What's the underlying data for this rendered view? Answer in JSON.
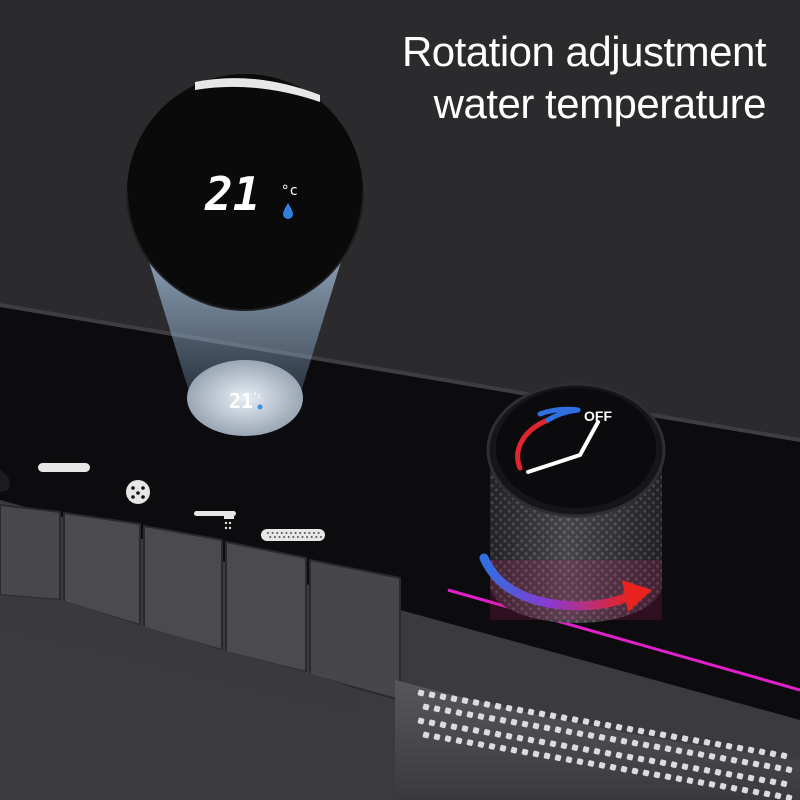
{
  "headline": {
    "line1": "Rotation adjustment",
    "line2": "water temperature"
  },
  "display": {
    "digits": "21",
    "unit": "°c",
    "icon": "water-drop-icon"
  },
  "knob": {
    "off_label": "OFF",
    "hot_color": "#e0252e",
    "cold_color": "#2f6fe0",
    "icon": "thermostat-dial-icon"
  },
  "colors": {
    "background": "#2b2b2e",
    "panel": "#0c0c0e",
    "accent_line": "#e020c8",
    "arrow_red": "#e8231f",
    "arrow_blue": "#2f6fe0"
  },
  "panel_buttons": [
    {
      "icon": "top-shower-icon"
    },
    {
      "icon": "handheld-shower-icon"
    },
    {
      "icon": "spout-icon"
    },
    {
      "icon": "spray-bar-icon"
    }
  ]
}
